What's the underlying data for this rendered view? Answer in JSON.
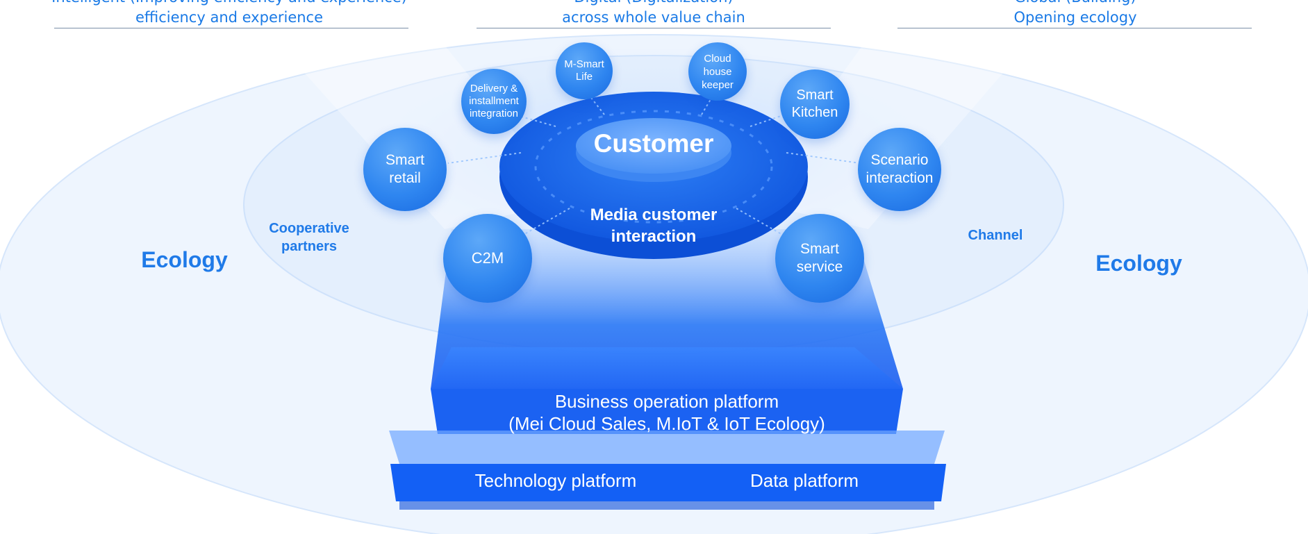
{
  "header": {
    "col1_line1": "Intelligent (Improving efficiency and experience)",
    "col1_line2": "efficiency and experience",
    "col2_line1": "Digital (Digitalization)",
    "col2_line2": "across whole value chain",
    "col3_line1": "Global (Building)",
    "col3_line2": "Opening ecology"
  },
  "ring": {
    "left_ecology": "Ecology",
    "right_ecology": "Ecology",
    "cooperative_partners": "Cooperative partners",
    "channel": "Channel"
  },
  "center": {
    "customer": "Customer",
    "media_line1": "Media customer",
    "media_line2": "interaction"
  },
  "bubbles": {
    "m_smart_life": [
      "M-Smart",
      "Life"
    ],
    "cloud_house_keeper": [
      "Cloud",
      "house",
      "keeper"
    ],
    "delivery_installment": [
      "Delivery &",
      "installment",
      "integration"
    ],
    "smart_kitchen": [
      "Smart",
      "Kitchen"
    ],
    "smart_retail": [
      "Smart",
      "retail"
    ],
    "scenario_interaction": [
      "Scenario",
      "interaction"
    ],
    "c2m": [
      "C2M"
    ],
    "smart_service": [
      "Smart",
      "service"
    ]
  },
  "platforms": {
    "business_line1": "Business operation platform",
    "business_line2": "(Mei Cloud Sales, M.IoT & IoT Ecology)",
    "technology": "Technology platform",
    "data": "Data platform"
  },
  "colors": {
    "accent": "#1a7ae6",
    "platform_blue": "#1464f0",
    "bubble_blue": "#2f86f0"
  }
}
